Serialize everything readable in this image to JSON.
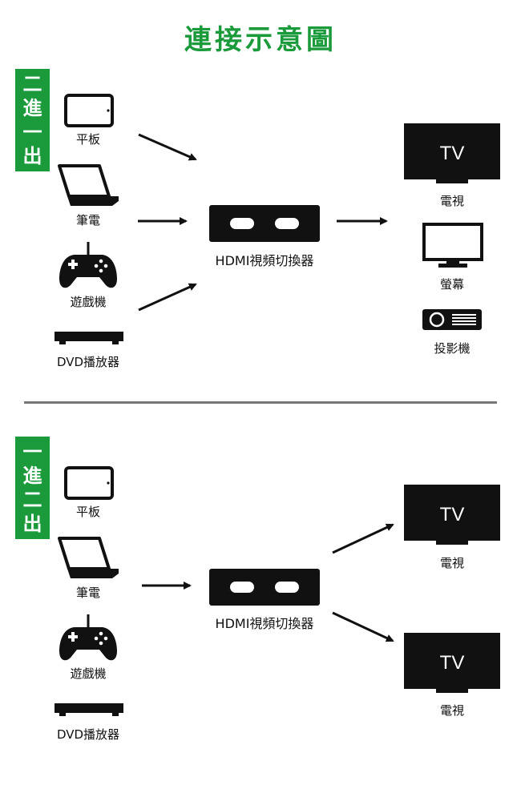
{
  "title": "連接示意圖",
  "colors": {
    "accent": "#1a9a3a",
    "divider": "#777777",
    "device": "#111111"
  },
  "section1": {
    "badge": [
      "二",
      "進",
      "一",
      "出"
    ],
    "sources": [
      {
        "label": "平板",
        "icon": "tablet-icon"
      },
      {
        "label": "筆電",
        "icon": "laptop-icon"
      },
      {
        "label": "遊戲機",
        "icon": "gamepad-icon"
      },
      {
        "label": "DVD播放器",
        "icon": "dvd-player-icon"
      }
    ],
    "switch_label": "HDMI視頻切換器",
    "outputs": [
      {
        "label": "電視",
        "icon": "tv-icon",
        "screen_text": "TV"
      },
      {
        "label": "螢幕",
        "icon": "monitor-icon"
      },
      {
        "label": "投影機",
        "icon": "projector-icon"
      }
    ]
  },
  "section2": {
    "badge": [
      "一",
      "進",
      "二",
      "出"
    ],
    "sources": [
      {
        "label": "平板",
        "icon": "tablet-icon"
      },
      {
        "label": "筆電",
        "icon": "laptop-icon"
      },
      {
        "label": "遊戲機",
        "icon": "gamepad-icon"
      },
      {
        "label": "DVD播放器",
        "icon": "dvd-player-icon"
      }
    ],
    "switch_label": "HDMI視頻切換器",
    "outputs": [
      {
        "label": "電視",
        "icon": "tv-icon",
        "screen_text": "TV"
      },
      {
        "label": "電視",
        "icon": "tv-icon",
        "screen_text": "TV"
      }
    ]
  }
}
